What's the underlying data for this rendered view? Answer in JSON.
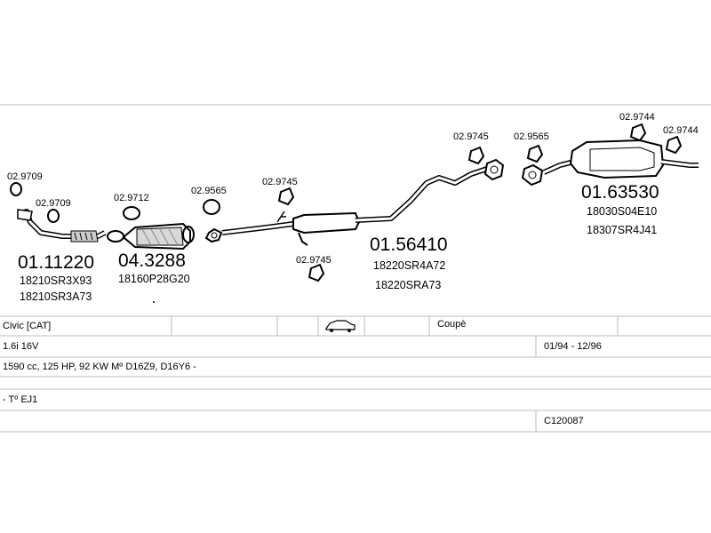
{
  "parts": {
    "p1": {
      "number": "01.11220",
      "oem1": "18210SR3X93",
      "oem2": "18210SR3A73",
      "gasket1": "02.9709",
      "gasket2": "02.9709"
    },
    "p2": {
      "number": "04.3288",
      "oem1": "18160P28G20",
      "gasket": "02.9712"
    },
    "p3": {
      "gasket": "02.9565"
    },
    "p4": {
      "number": "01.56410",
      "oem1": "18220SR4A72",
      "oem2": "18220SRA73",
      "hanger1": "02.9745",
      "hanger2": "02.9745"
    },
    "p5": {
      "hanger": "02.9745",
      "gasket": "02.9565"
    },
    "p6": {
      "number": "01.63530",
      "oem1": "18030S04E10",
      "oem2": "18307SR4J41",
      "hanger1": "02.9744",
      "hanger2": "02.9744"
    }
  },
  "table": {
    "model": "Civic  [CAT]",
    "body": "Coupè",
    "engine": "1.6i 16V",
    "years": "01/94 - 12/96",
    "specs": "1590 cc, 125 HP, 92 KW Mº D16Z9, D16Y6 -",
    "type": "- Tº EJ1",
    "code": "C120087"
  }
}
